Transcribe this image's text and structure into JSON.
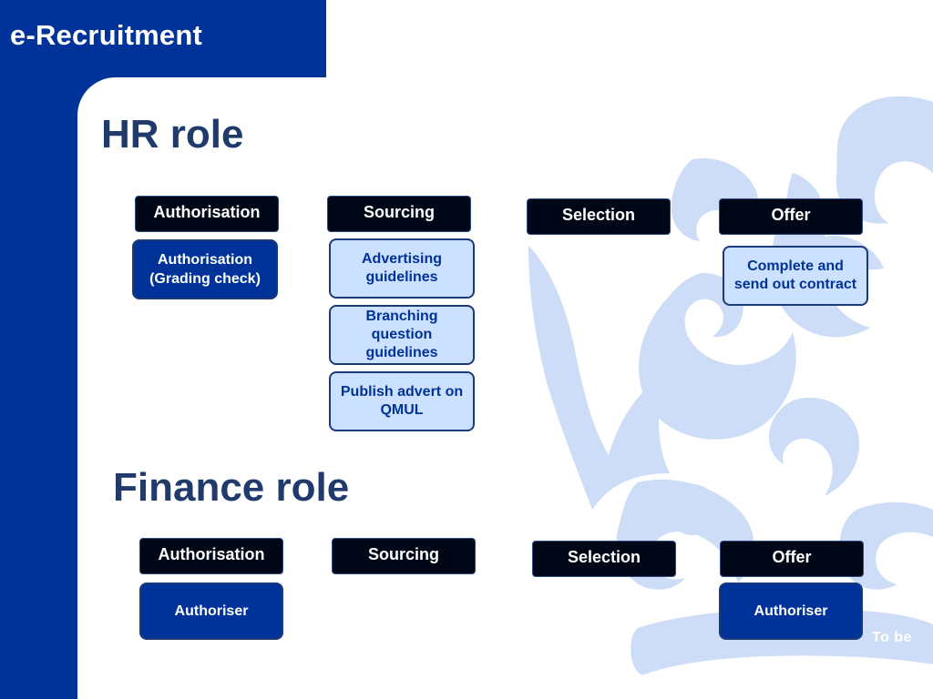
{
  "header": {
    "title": "e-Recruitment"
  },
  "hr": {
    "title": "HR role",
    "stages": [
      "Authorisation",
      "Sourcing",
      "Selection",
      "Offer"
    ],
    "tasks": {
      "authorisation_grading": "Authorisation (Grading check)",
      "advertising_guidelines": "Advertising guidelines",
      "branching_question_guidelines": "Branching question guidelines",
      "publish_advert": "Publish advert on QMUL",
      "complete_contract": "Complete and send out contract"
    }
  },
  "finance": {
    "title": "Finance role",
    "stages": [
      "Authorisation",
      "Sourcing",
      "Selection",
      "Offer"
    ],
    "tasks": {
      "authoriser_1": "Authoriser",
      "authoriser_2": "Authoriser"
    }
  },
  "footer": {
    "note": "To be"
  },
  "colors": {
    "brand_blue": "#003399",
    "watermark": "#cddcf7",
    "heading": "#1f3a6b"
  }
}
